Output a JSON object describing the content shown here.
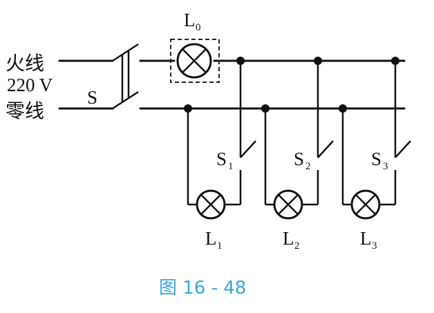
{
  "labels": {
    "live_wire": "火线",
    "voltage": "220 V",
    "neutral_wire": "零线",
    "main_switch": "S",
    "lamp0": "L",
    "lamp0_sub": "0",
    "switch1": "S",
    "switch1_sub": "1",
    "switch2": "S",
    "switch2_sub": "2",
    "switch3": "S",
    "switch3_sub": "3",
    "lamp1": "L",
    "lamp1_sub": "1",
    "lamp2": "L",
    "lamp2_sub": "2",
    "lamp3": "L",
    "lamp3_sub": "3"
  },
  "caption": "图 16 - 48",
  "colors": {
    "ink": "#111111",
    "caption": "#3aa7dd"
  }
}
